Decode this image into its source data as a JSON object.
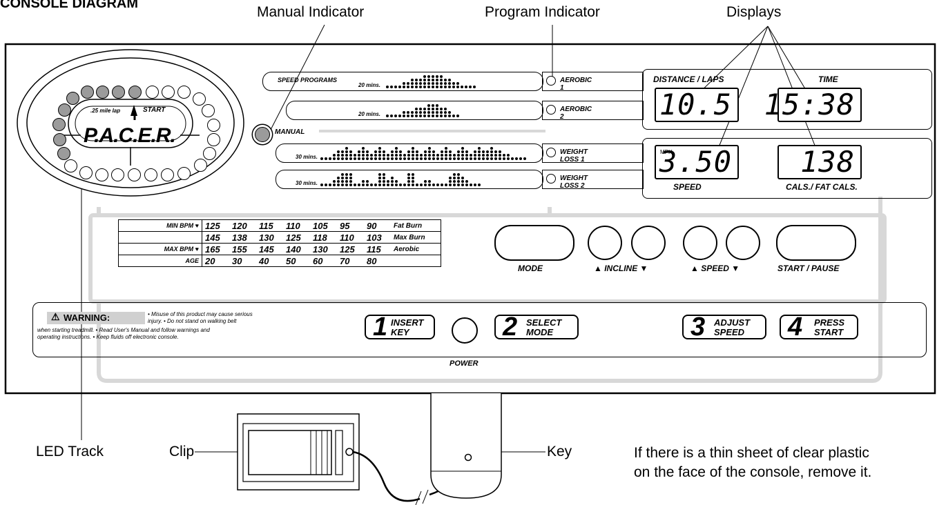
{
  "heading": "CONSOLE DIAGRAM",
  "callouts": {
    "manual_indicator": "Manual Indicator",
    "program_indicator": "Program Indicator",
    "displays": "Displays",
    "led_track": "LED Track",
    "clip": "Clip",
    "key": "Key"
  },
  "note": {
    "line1": "If there is a thin sheet of clear plastic",
    "line2": "on the face of the console, remove it."
  },
  "track": {
    "lap": ".25 mile lap",
    "start": "START",
    "logo": "P.A.C.E.R."
  },
  "programs": {
    "header": "SPEED PROGRAMS",
    "manual": "MANUAL",
    "rows": [
      {
        "duration": "20 mins.",
        "name": "AEROBIC 1"
      },
      {
        "duration": "20 mins.",
        "name": "AEROBIC 2"
      },
      {
        "duration": "30 mins.",
        "name": "WEIGHT LOSS 1"
      },
      {
        "duration": "30 mins.",
        "name": "WEIGHT LOSS 2"
      }
    ]
  },
  "displays": {
    "distance_label": "DISTANCE / LAPS",
    "distance_value": "10.5",
    "time_label": "TIME",
    "time_value": "15:38",
    "speed_unit": "MPH",
    "speed_value": "3.50",
    "speed_label": "SPEED",
    "cals_value": "138",
    "cals_label": "CALS./ FAT CALS."
  },
  "bpm_table": {
    "rows": [
      {
        "label": "MIN BPM ♥",
        "values": [
          "125",
          "120",
          "115",
          "110",
          "105",
          "95",
          "90"
        ],
        "tag": "Fat Burn"
      },
      {
        "label": "",
        "values": [
          "145",
          "138",
          "130",
          "125",
          "118",
          "110",
          "103"
        ],
        "tag": "Max Burn"
      },
      {
        "label": "MAX BPM ♥",
        "values": [
          "165",
          "155",
          "145",
          "140",
          "130",
          "125",
          "115"
        ],
        "tag": "Aerobic"
      },
      {
        "label": "AGE",
        "values": [
          "20",
          "30",
          "40",
          "50",
          "60",
          "70",
          "80"
        ],
        "tag": ""
      }
    ]
  },
  "buttons": {
    "mode": "MODE",
    "incline": "▲ INCLINE ▼",
    "speed": "▲ SPEED ▼",
    "start_pause": "START / PAUSE"
  },
  "warning": {
    "title": "WARNING:",
    "l1": "• Misuse of this product may cause serious",
    "l2": "injury.  • Do not stand on walking belt",
    "l3": "when starting treadmill.  • Read User's Manual and follow warnings and",
    "l4": "operating instructions.  • Keep fluids off electronic console."
  },
  "steps": [
    {
      "num": "1",
      "l1": "INSERT",
      "l2": "KEY"
    },
    {
      "num": "2",
      "l1": "SELECT",
      "l2": "MODE"
    },
    {
      "num": "3",
      "l1": "ADJUST",
      "l2": "SPEED"
    },
    {
      "num": "4",
      "l1": "PRESS",
      "l2": "START"
    }
  ],
  "power": "POWER"
}
